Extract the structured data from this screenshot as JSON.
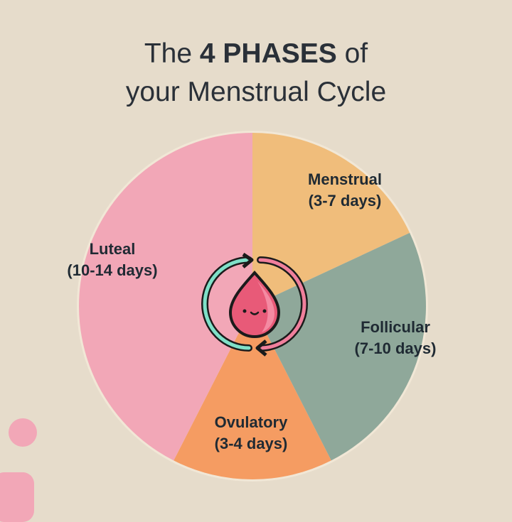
{
  "title": {
    "line1_pre": "The ",
    "line1_bold": "4 PHASES",
    "line1_post": " of",
    "line2": "your Menstrual Cycle"
  },
  "center_icon": "cycle-blood-drop-icon",
  "chart_data": {
    "type": "pie",
    "title": "The 4 PHASES of your Menstrual Cycle",
    "start": "top",
    "direction": "clockwise",
    "slices": [
      {
        "name": "Menstrual",
        "duration": "(3-7 days)",
        "value": 65,
        "color": "#f0bd7b"
      },
      {
        "name": "Follicular",
        "duration": "(7-10 days)",
        "value": 88,
        "color": "#8fa89a"
      },
      {
        "name": "Ovulatory",
        "duration": "(3-4 days)",
        "value": 54,
        "color": "#f59c62"
      },
      {
        "name": "Luteal",
        "duration": "(10-14 days)",
        "value": 153,
        "color": "#f2a7b7"
      }
    ]
  }
}
